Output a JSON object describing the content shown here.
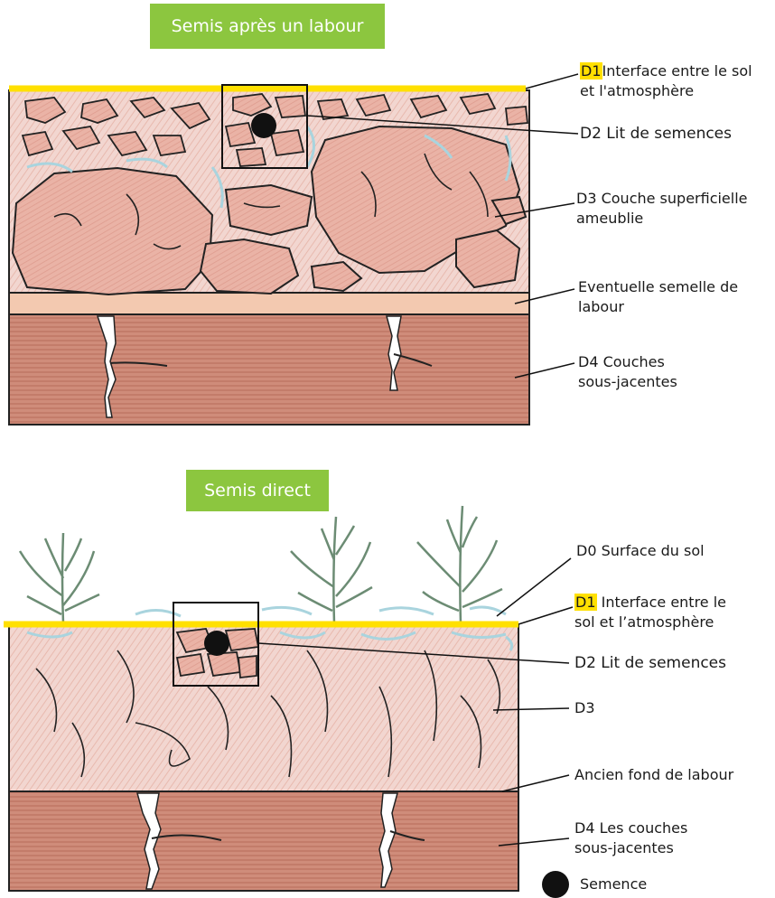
{
  "top_panel": {
    "title": "Semis après un labour",
    "labels": {
      "d1_code": "D1",
      "d1_line1": "Interface entre le sol",
      "d1_line2": "et l'atmosphère",
      "d2": "D2 Lit de semences",
      "d3_line1": "D3 Couche superficielle",
      "d3_line2": "ameublie",
      "semelle_line1": "Eventuelle semelle de",
      "semelle_line2": "labour",
      "d4_line1": "D4 Couches",
      "d4_line2": "sous-jacentes"
    }
  },
  "bottom_panel": {
    "title": "Semis direct",
    "labels": {
      "d0": "D0 Surface du sol",
      "d1_code": "D1",
      "d1_line1": "Interface entre le",
      "d1_line2": "sol et l’atmosphère",
      "d2": "D2 Lit de semences",
      "d3": "D3",
      "ancien": "Ancien fond de labour",
      "d4_line1": "D4 Les couches",
      "d4_line2": "sous-jacentes"
    }
  },
  "legend": {
    "semence": "Semence"
  },
  "colors": {
    "title_bg": "#8cc63f",
    "interface_line": "#ffe000",
    "topsoil": "#f2d6d0",
    "clod": "#eab3a6",
    "pan": "#f3c9b0",
    "subsoil": "#cf8c7a",
    "moisture": "#a9d4de",
    "plant": "#6c8c74"
  }
}
